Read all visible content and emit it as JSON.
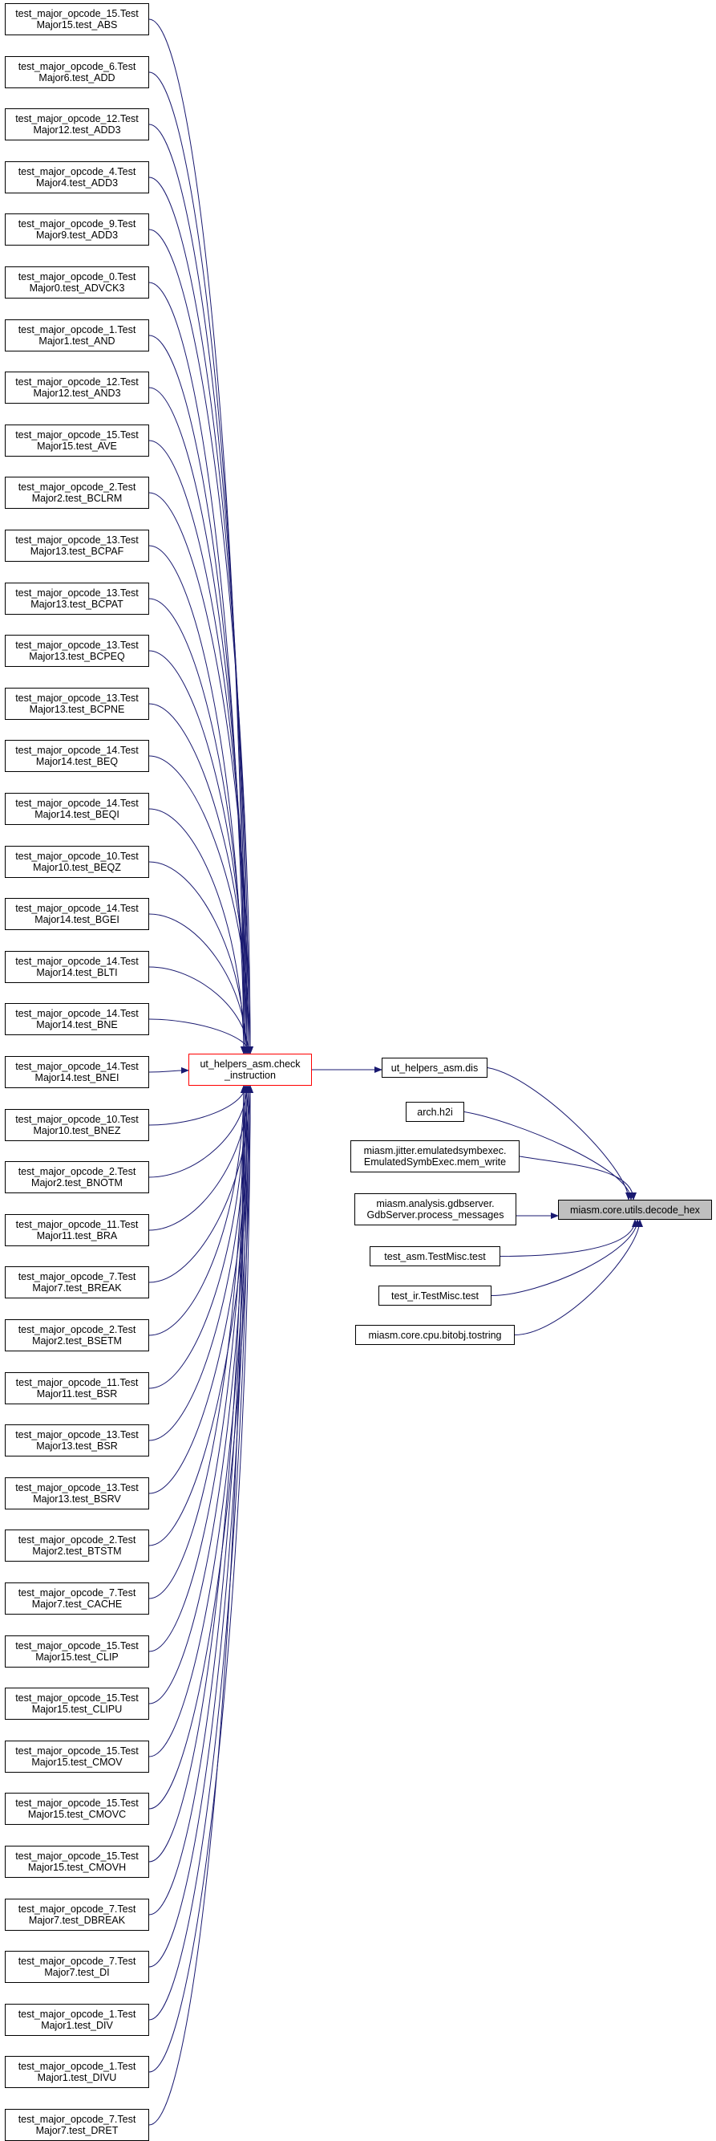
{
  "diagram": {
    "edge_color": "#191970",
    "focus_node": {
      "line1": "miasm.core.utils.decode_hex",
      "fill": "#bfbfbf"
    },
    "hub_node": {
      "line1": "ut_helpers_asm.check",
      "line2": "_instruction",
      "border": "#ff0000"
    },
    "callers": [
      {
        "line1": "ut_helpers_asm.dis",
        "line2": ""
      },
      {
        "line1": "arch.h2i",
        "line2": ""
      },
      {
        "line1": "miasm.jitter.emulatedsymbexec.",
        "line2": "EmulatedSymbExec.mem_write"
      },
      {
        "line1": "miasm.analysis.gdbserver.",
        "line2": "GdbServer.process_messages"
      },
      {
        "line1": "test_asm.TestMisc.test",
        "line2": ""
      },
      {
        "line1": "test_ir.TestMisc.test",
        "line2": ""
      },
      {
        "line1": "miasm.core.cpu.bitobj.tostring",
        "line2": ""
      }
    ],
    "tests": [
      {
        "line1": "test_major_opcode_15.Test",
        "line2": "Major15.test_ABS"
      },
      {
        "line1": "test_major_opcode_6.Test",
        "line2": "Major6.test_ADD"
      },
      {
        "line1": "test_major_opcode_12.Test",
        "line2": "Major12.test_ADD3"
      },
      {
        "line1": "test_major_opcode_4.Test",
        "line2": "Major4.test_ADD3"
      },
      {
        "line1": "test_major_opcode_9.Test",
        "line2": "Major9.test_ADD3"
      },
      {
        "line1": "test_major_opcode_0.Test",
        "line2": "Major0.test_ADVCK3"
      },
      {
        "line1": "test_major_opcode_1.Test",
        "line2": "Major1.test_AND"
      },
      {
        "line1": "test_major_opcode_12.Test",
        "line2": "Major12.test_AND3"
      },
      {
        "line1": "test_major_opcode_15.Test",
        "line2": "Major15.test_AVE"
      },
      {
        "line1": "test_major_opcode_2.Test",
        "line2": "Major2.test_BCLRM"
      },
      {
        "line1": "test_major_opcode_13.Test",
        "line2": "Major13.test_BCPAF"
      },
      {
        "line1": "test_major_opcode_13.Test",
        "line2": "Major13.test_BCPAT"
      },
      {
        "line1": "test_major_opcode_13.Test",
        "line2": "Major13.test_BCPEQ"
      },
      {
        "line1": "test_major_opcode_13.Test",
        "line2": "Major13.test_BCPNE"
      },
      {
        "line1": "test_major_opcode_14.Test",
        "line2": "Major14.test_BEQ"
      },
      {
        "line1": "test_major_opcode_14.Test",
        "line2": "Major14.test_BEQI"
      },
      {
        "line1": "test_major_opcode_10.Test",
        "line2": "Major10.test_BEQZ"
      },
      {
        "line1": "test_major_opcode_14.Test",
        "line2": "Major14.test_BGEI"
      },
      {
        "line1": "test_major_opcode_14.Test",
        "line2": "Major14.test_BLTI"
      },
      {
        "line1": "test_major_opcode_14.Test",
        "line2": "Major14.test_BNE"
      },
      {
        "line1": "test_major_opcode_14.Test",
        "line2": "Major14.test_BNEI"
      },
      {
        "line1": "test_major_opcode_10.Test",
        "line2": "Major10.test_BNEZ"
      },
      {
        "line1": "test_major_opcode_2.Test",
        "line2": "Major2.test_BNOTM"
      },
      {
        "line1": "test_major_opcode_11.Test",
        "line2": "Major11.test_BRA"
      },
      {
        "line1": "test_major_opcode_7.Test",
        "line2": "Major7.test_BREAK"
      },
      {
        "line1": "test_major_opcode_2.Test",
        "line2": "Major2.test_BSETM"
      },
      {
        "line1": "test_major_opcode_11.Test",
        "line2": "Major11.test_BSR"
      },
      {
        "line1": "test_major_opcode_13.Test",
        "line2": "Major13.test_BSR"
      },
      {
        "line1": "test_major_opcode_13.Test",
        "line2": "Major13.test_BSRV"
      },
      {
        "line1": "test_major_opcode_2.Test",
        "line2": "Major2.test_BTSTM"
      },
      {
        "line1": "test_major_opcode_7.Test",
        "line2": "Major7.test_CACHE"
      },
      {
        "line1": "test_major_opcode_15.Test",
        "line2": "Major15.test_CLIP"
      },
      {
        "line1": "test_major_opcode_15.Test",
        "line2": "Major15.test_CLIPU"
      },
      {
        "line1": "test_major_opcode_15.Test",
        "line2": "Major15.test_CMOV"
      },
      {
        "line1": "test_major_opcode_15.Test",
        "line2": "Major15.test_CMOVC"
      },
      {
        "line1": "test_major_opcode_15.Test",
        "line2": "Major15.test_CMOVH"
      },
      {
        "line1": "test_major_opcode_7.Test",
        "line2": "Major7.test_DBREAK"
      },
      {
        "line1": "test_major_opcode_7.Test",
        "line2": "Major7.test_DI"
      },
      {
        "line1": "test_major_opcode_1.Test",
        "line2": "Major1.test_DIV"
      },
      {
        "line1": "test_major_opcode_1.Test",
        "line2": "Major1.test_DIVU"
      },
      {
        "line1": "test_major_opcode_7.Test",
        "line2": "Major7.test_DRET"
      }
    ]
  }
}
